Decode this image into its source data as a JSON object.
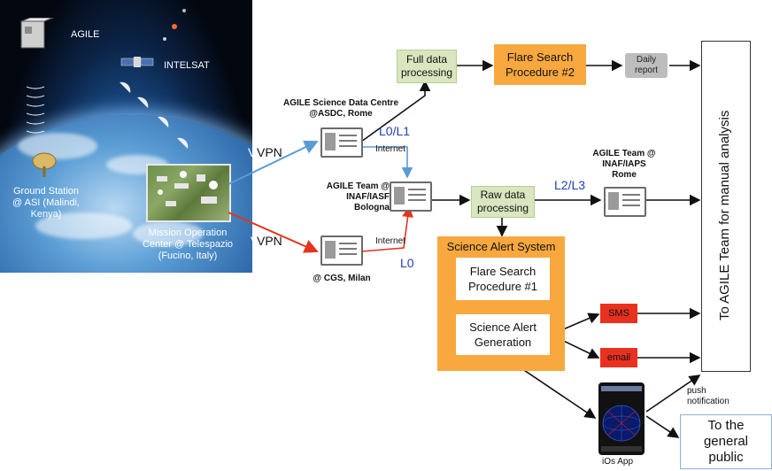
{
  "scene": {
    "agile": "AGILE",
    "intelsat": "INTELSAT",
    "ground_station": "Ground Station\n@ ASI (Malindi,\nKenya)",
    "mission_op": "Mission Operation\nCenter @ Telespazio\n(Fucino, Italy)",
    "vpn_top": "VPN",
    "vpn_bottom": "VPN"
  },
  "nodes": {
    "asdc": "AGILE Science Data Centre\n@ASDC, Rome",
    "iasf": "AGILE Team @\nINAF/IASF\nBologna",
    "cgs": "@ CGS, Milan",
    "iaps": "AGILE Team @\nINAF/IAPS\nRome"
  },
  "links": {
    "l0l1": "L0/L1",
    "internet_top": "Internet",
    "internet_bottom": "Internet",
    "l0": "L0",
    "l2l3": "L2/L3",
    "push": "push\nnotification"
  },
  "boxes": {
    "full_data": "Full data\nprocessing",
    "flare2": "Flare Search\nProcedure #2",
    "daily": "Daily\nreport",
    "raw_data": "Raw data\nprocessing",
    "alert_system": "Science Alert System",
    "flare1": "Flare Search\nProcedure #1",
    "alert_gen": "Science Alert\nGeneration",
    "sms": "SMS",
    "email": "email",
    "manual": "To AGILE Team for manual analysis",
    "ios": "iOs App",
    "public": "To the\ngeneral\npublic"
  },
  "colors": {
    "arrow_black": "#111111",
    "arrow_blue": "#5b9bd5",
    "arrow_red": "#e8321f",
    "orange": "#f8a83e",
    "green": "#d9e6bf"
  }
}
